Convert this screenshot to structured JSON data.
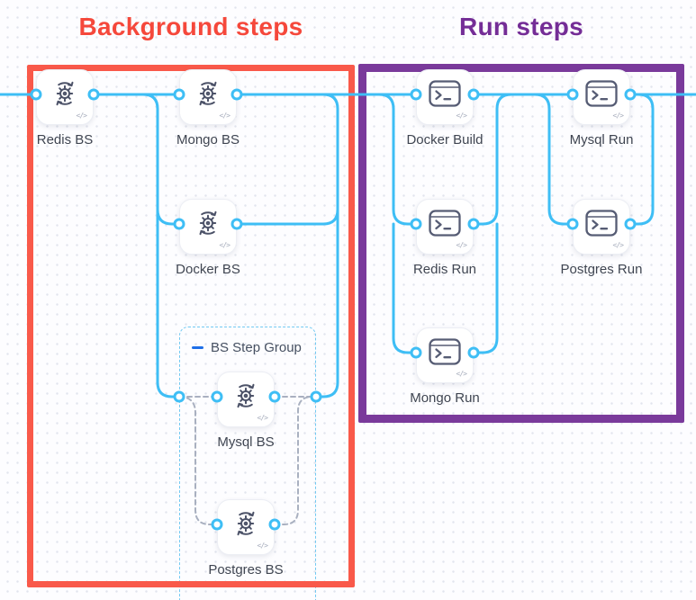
{
  "titles": {
    "background": "Background steps",
    "run": "Run steps"
  },
  "nodes": [
    {
      "label": "Redis BS",
      "type": "background-step"
    },
    {
      "label": "Mongo BS",
      "type": "background-step"
    },
    {
      "label": "Docker BS",
      "type": "background-step"
    },
    {
      "label": "Mysql BS",
      "type": "background-step"
    },
    {
      "label": "Postgres BS",
      "type": "background-step"
    },
    {
      "label": "Docker Build",
      "type": "run-step"
    },
    {
      "label": "Mysql Run",
      "type": "run-step"
    },
    {
      "label": "Redis Run",
      "type": "run-step"
    },
    {
      "label": "Postgres Run",
      "type": "run-step"
    },
    {
      "label": "Mongo Run",
      "type": "run-step"
    }
  ],
  "step_group": {
    "label": "BS Step Group",
    "collapse_icon": "collapse-dash-icon"
  },
  "icons": {
    "background_step": "sync-gear-icon",
    "run_step": "terminal-icon",
    "code_badge": "</>"
  },
  "colors": {
    "background_box_border": "#F9594A",
    "background_title": "#F5483B",
    "run_box_border": "#7A3A9B",
    "run_title": "#742D96",
    "edge": "#3EBEF5",
    "dashed_edge": "#A9B0C0",
    "port_stroke": "#3EBEF5",
    "group_border": "#72C9F2",
    "collapse_dash": "#1E6FE8"
  }
}
